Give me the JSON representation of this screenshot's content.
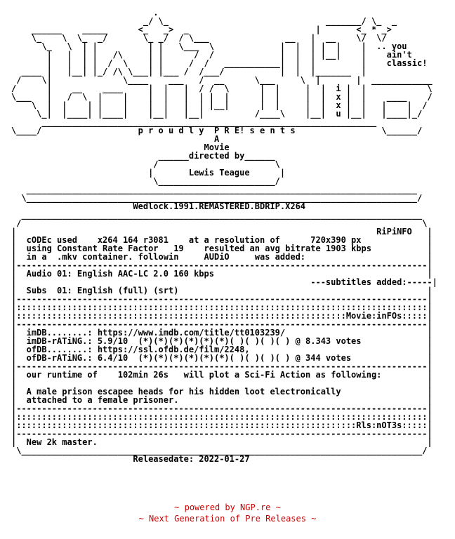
{
  "nfo_text": "                            .\n                          _/ \\_                               _______/ \\_  _\n    ______    _____      <_   _>  _                         |       <_ * _>\n    \\_    \\  \\_  _/       \\_ _/  / \\___               __   |  __    \\/  \\/\n      \\_   \\  | |          | |   \\___  \\             |  |  | |  |    |  .. you\n       |   |  | |   /\\     | |      /  /             |  |  | |__|    |    ain't\n       |   |  | |  /  \\    | |     /  /   ___________|  |  |         |    classic!\n  ____ |   |__| |_/ /\\ \\___| |___ /  /___/           |  |  |_______  |\n /    \\|              \\____    ___   /  __      \\___     \\  |       |  ____________\n/      |    __    ____     |  |   |  / /  \\      |  |     |  |  i |  |            \\\n\\___   |   /  \\  |    |    |  |   |  | |  |      |  |     |  |  x |  |    ____    /\n    \\  |  |    | |    |    |  |   |  | |__|      |  |     |  |  x |  |   |    |  /\n     \\_|  |____| |____|    |__|   |__|          /____\\    |__|  u |__|   |____|_/\n      __________________________________________________________________\n\\____/                   p r o u d l y  P R E! s e n t s                 \\______/\n                                        A\n                                      Movie\n                             ______directed by______\n                            /                       \\\n                           |       Lewis Teague      |\n                            \\_______________________/\n   _____________________________________________________________________________\n  \\_____________________________________________________________________________/\n                        Wedlock.1991.REMASTERED.BDRIP.X264\n  _______________________________________________________________________________\n /                                                                               \\\n|                                                                       RiPiNFO   |\n|  cODEc used    x264 164 r3081    at a resolution of      720x390 px             |\n|  using Constant Rate Factor   19    resulted an avg bitrate 1903 kbps           |\n|  in a  .mkv container. followin     AUDiO     was added:                        |\n|---------------------------------------------------------------------------------|\n|  Audio 01: English AAC-LC 2.0 160 kbps                                          |\n|                                                          ---subtitles added:-----|\n|  Subs  01: English (full) (srt)                                                 |\n|---------------------------------------------------------------------------------|\n|:::::::::::::::::::::::::::::::::::::::::::::::::::::::::::::::::::::::::::::::::|\n|:::::::::::::::::::::::::::::::::::::::::::::::::::::::::::::::::Movie:inFOs:::::|\n|---------------------------------------------------------------------------------|\n|  imDB........: https://www.imdb.com/title/tt0103239/                            |\n|  imDB-rATiNG.: 5.9/10  (*)(*)(*)(*)(*)(*)( )( )( )( ) @ 8.343 votes             |\n|  ofDB........: https://ssl.ofdb.de/film/2248,                                   |\n|  ofDB-rATiNG.: 6.4/10  (*)(*)(*)(*)(*)(*)( )( )( )( ) @ 344 votes               |\n|---------------------------------------------------------------------------------|\n|  our runtime of    102min 26s   will plot a Sci-Fi Action as following:         |\n|                                                                                 |\n|  A male prison escapee heads for his hidden loot electronically                 |\n|  attached to a female prisoner.                                                 |\n|---------------------------------------------------------------------------------|\n|:::::::::::::::::::::::::::::::::::::::::::::::::::::::::::::::::::::::::::::::::|\n|:::::::::::::::::::::::::::::::::::::::::::::::::::::::::::::::::::Rls:nOT3s:::::|\n|---------------------------------------------------------------------------------|\n|  New 2k master.                                                                 |\n \\_______________________________________________________________________________/\n                        Releasedate: 2022-01-27",
  "footer": {
    "line1": "~ powered by NGP.re ~",
    "line2": "~ Next Generation of Pre Releases ~"
  },
  "colors": {
    "text": "#000000",
    "footer": "#cc0000",
    "background": "#ffffff"
  }
}
